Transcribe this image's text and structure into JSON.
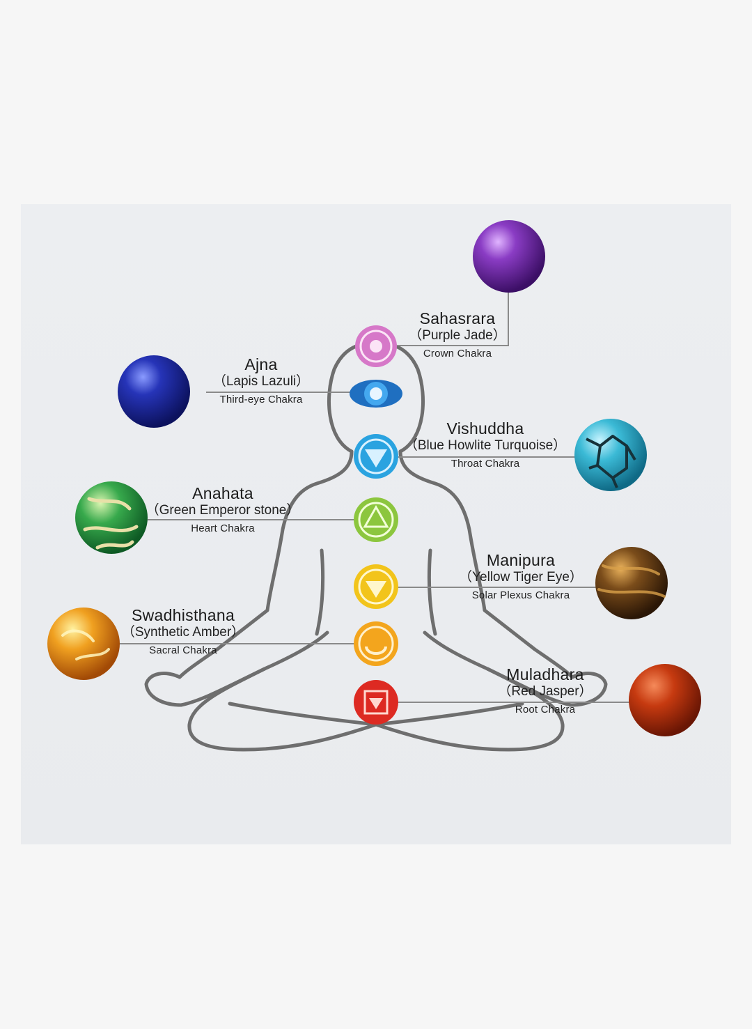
{
  "chakras": [
    {
      "key": "sahasrara",
      "name": "Sahasrara",
      "stone": "（Purple Jade）",
      "chakra": "Crown Chakra",
      "symbol_color": "#d678c8",
      "stone_color": "#7b2fb0"
    },
    {
      "key": "ajna",
      "name": "Ajna",
      "stone": "（Lapis Lazuli）",
      "chakra": "Third-eye Chakra",
      "symbol_color": "#1f6fc0",
      "stone_color": "#2234b0"
    },
    {
      "key": "vishuddha",
      "name": "Vishuddha",
      "stone": "（Blue Howlite Turquoise）",
      "chakra": "Throat Chakra",
      "symbol_color": "#2aa3e0",
      "stone_color": "#36b5cf"
    },
    {
      "key": "anahata",
      "name": "Anahata",
      "stone": "（Green Emperor stone）",
      "chakra": "Heart Chakra",
      "symbol_color": "#8cc63e",
      "stone_color": "#2ea24a"
    },
    {
      "key": "manipura",
      "name": "Manipura",
      "stone": "（Yellow Tiger Eye）",
      "chakra": "Solar Plexus Chakra",
      "symbol_color": "#f2c41b",
      "stone_color": "#7a4a16"
    },
    {
      "key": "swadhisthana",
      "name": "Swadhisthana",
      "stone": "（Synthetic Amber）",
      "chakra": "Sacral Chakra",
      "symbol_color": "#f3a51d",
      "stone_color": "#e8901c"
    },
    {
      "key": "muladhara",
      "name": "Muladhara",
      "stone": "（Red Jasper）",
      "chakra": "Root Chakra",
      "symbol_color": "#dd2a22",
      "stone_color": "#c2380f"
    }
  ],
  "colors": {
    "background": "#f6f6f6",
    "panel": "#eceef1",
    "outline": "#6e6e6e",
    "leader_line": "#8a8a8a"
  }
}
